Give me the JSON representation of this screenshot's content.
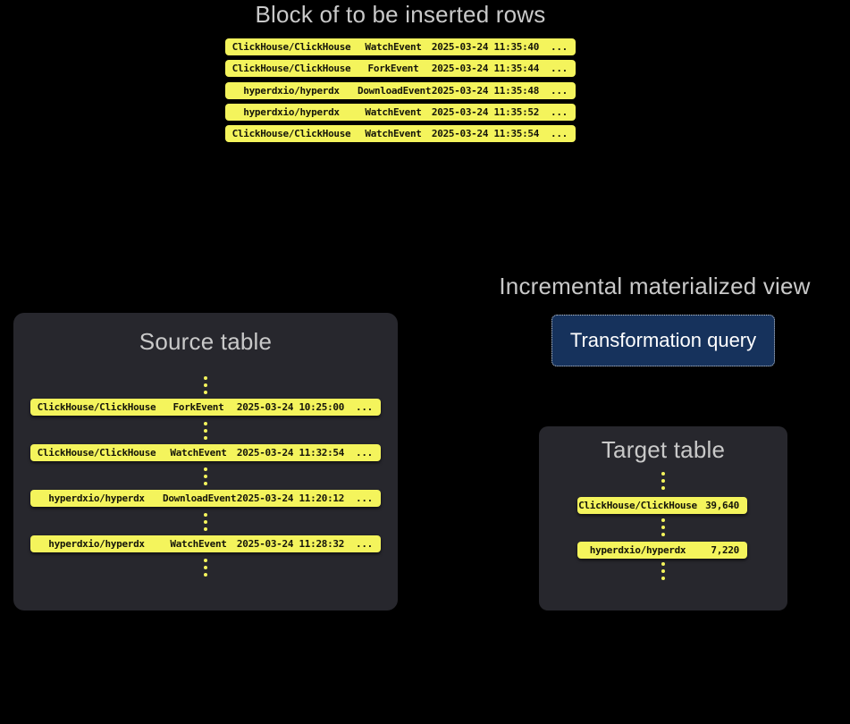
{
  "colors": {
    "background": "#000000",
    "panel": "#27272d",
    "row_yellow": "#f4f45c",
    "row_text": "#15150a",
    "title_gray": "#c9c9c9",
    "button_navy": "#16325c",
    "button_text": "#ffffff"
  },
  "insert_block": {
    "title": "Block of to be inserted rows",
    "rows": [
      {
        "repo": "ClickHouse/ClickHouse",
        "event": "WatchEvent",
        "timestamp": "2025-03-24 11:35:40",
        "more": "..."
      },
      {
        "repo": "ClickHouse/ClickHouse",
        "event": "ForkEvent",
        "timestamp": "2025-03-24 11:35:44",
        "more": "..."
      },
      {
        "repo": "hyperdxio/hyperdx",
        "event": "DownloadEvent",
        "timestamp": "2025-03-24 11:35:48",
        "more": "..."
      },
      {
        "repo": "hyperdxio/hyperdx",
        "event": "WatchEvent",
        "timestamp": "2025-03-24 11:35:52",
        "more": "..."
      },
      {
        "repo": "ClickHouse/ClickHouse",
        "event": "WatchEvent",
        "timestamp": "2025-03-24 11:35:54",
        "more": "..."
      }
    ]
  },
  "source_table": {
    "title": "Source table",
    "rows": [
      {
        "repo": "ClickHouse/ClickHouse",
        "event": "ForkEvent",
        "timestamp": "2025-03-24 10:25:00",
        "more": "..."
      },
      {
        "repo": "ClickHouse/ClickHouse",
        "event": "WatchEvent",
        "timestamp": "2025-03-24 11:32:54",
        "more": "..."
      },
      {
        "repo": "hyperdxio/hyperdx",
        "event": "DownloadEvent",
        "timestamp": "2025-03-24 11:20:12",
        "more": "..."
      },
      {
        "repo": "hyperdxio/hyperdx",
        "event": "WatchEvent",
        "timestamp": "2025-03-24 11:28:32",
        "more": "..."
      }
    ]
  },
  "materialized_view": {
    "title": "Incremental materialized view",
    "button_label": "Transformation query"
  },
  "target_table": {
    "title": "Target table",
    "rows": [
      {
        "repo": "ClickHouse/ClickHouse",
        "count": "39,640"
      },
      {
        "repo": "hyperdxio/hyperdx",
        "count": "7,220"
      }
    ]
  }
}
